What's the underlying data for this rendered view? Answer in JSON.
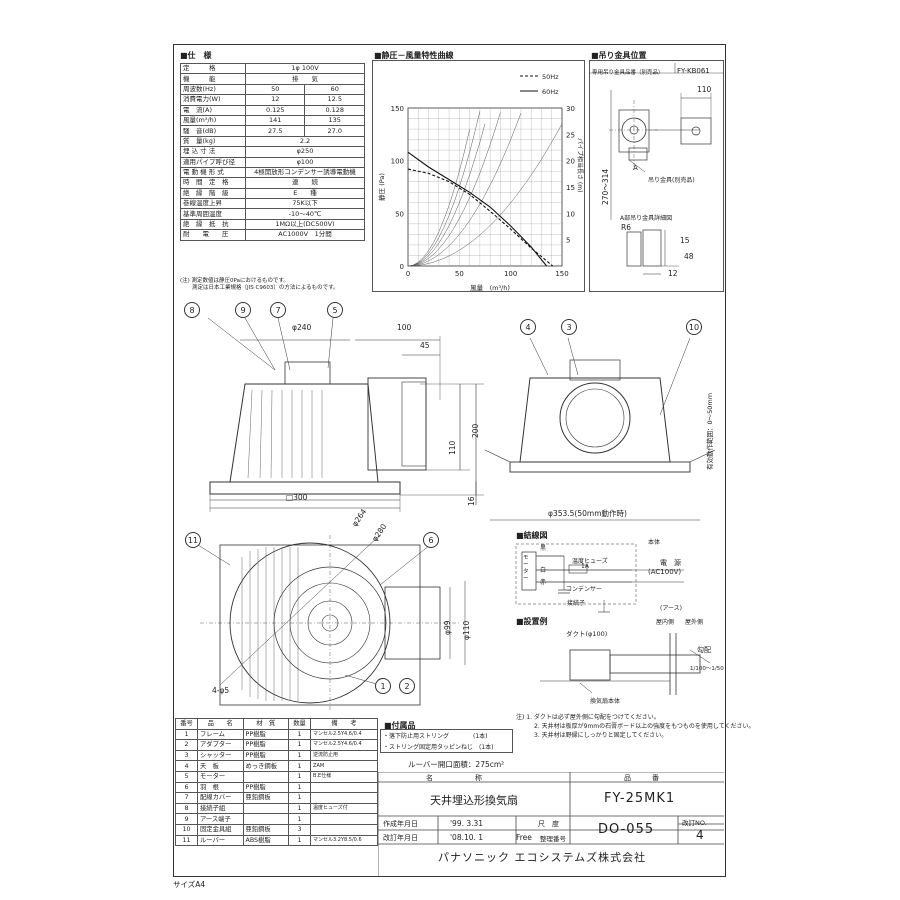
{
  "spec": {
    "title": "■仕　様",
    "rows": [
      {
        "label": "定　　　格",
        "v": "1φ 100V"
      },
      {
        "label": "機　　　能",
        "v": "排　　気"
      },
      {
        "label": "周波数(Hz)",
        "v1": "50",
        "v2": "60"
      },
      {
        "label": "消費電力(W)",
        "v1": "12",
        "v2": "12.5"
      },
      {
        "label": "電　流(A)",
        "v1": "0.125",
        "v2": "0.128"
      },
      {
        "label": "風量(m³/h)",
        "v1": "141",
        "v2": "135"
      },
      {
        "label": "騒　音(dB)",
        "v1": "27.5",
        "v2": "27.0"
      },
      {
        "label": "質　量(kg)",
        "v": "2.2"
      },
      {
        "label": "埋 込 寸 法",
        "v": "φ250"
      },
      {
        "label": "適用パイプ呼び径",
        "v": "φ100"
      },
      {
        "label": "電 動 機 形 式",
        "v": "4極開放形コンデンサー誘導電動機"
      },
      {
        "label": "時　間　定　格",
        "v": "連　　続"
      },
      {
        "label": "絶　縁　階　級",
        "v": "E　　種"
      },
      {
        "label": "巻線温度上昇",
        "v": "75K以下"
      },
      {
        "label": "基準周囲温度",
        "v": "-10～40℃"
      },
      {
        "label": "絶　縁　抵　抗",
        "v": "1MΩ以上(DC500V)"
      },
      {
        "label": "耐　　電　　圧",
        "v": "AC1000V　1分間"
      }
    ],
    "note1": "(注) 測定数値は静圧0Paにおけるものです。",
    "note2": "測定は日本工業規格（JIS C9603）の方法によるものです。"
  },
  "chart_data": {
    "type": "line",
    "title": "■静圧－風量特性曲線",
    "xlabel": "風量　(m³/h)",
    "ylabel": "静圧 (Pa)",
    "ylabel_right": "パイプ相当長さ (m)",
    "xlim": [
      0,
      150
    ],
    "ylim": [
      0,
      150
    ],
    "x_ticks": [
      "0",
      "50",
      "100",
      "150"
    ],
    "y_ticks": [
      "0",
      "50",
      "100",
      "150"
    ],
    "y2_ticks": [
      "5",
      "10",
      "15",
      "20",
      "25",
      "30"
    ],
    "legend": [
      {
        "name": "50Hz",
        "style": "dashed"
      },
      {
        "name": "60Hz",
        "style": "solid"
      }
    ],
    "series": [
      {
        "name": "50Hz",
        "x": [
          0,
          20,
          40,
          60,
          80,
          100,
          120,
          141
        ],
        "y": [
          92,
          88,
          80,
          68,
          52,
          35,
          17,
          0
        ]
      },
      {
        "name": "60Hz",
        "x": [
          0,
          20,
          40,
          60,
          80,
          100,
          120,
          135
        ],
        "y": [
          108,
          94,
          82,
          70,
          56,
          38,
          18,
          0
        ]
      }
    ]
  },
  "hanging": {
    "title": "■吊り金具位置",
    "box_label": "専用吊り金具品番（別売品）",
    "box_value": "FY-KB061",
    "dim_110": "110",
    "dim_270": "270～314",
    "label_a": "A",
    "label_hanger": "吊り金具(別売品)",
    "detail_title": "A部吊り金具詳細図",
    "dim_r6": "R6",
    "dim_15": "15",
    "dim_48": "48",
    "dim_12": "12"
  },
  "side_view": {
    "dim_240": "φ240",
    "dim_100": "100",
    "dim_45": "45",
    "dim_200": "200",
    "dim_110": "110",
    "dim_300": "□300",
    "dim_16": "16",
    "balloons": [
      "8",
      "9",
      "7",
      "5"
    ]
  },
  "front_view": {
    "balloons": [
      "4",
      "3",
      "10"
    ],
    "dim_353": "φ353.5(50mm動作時)",
    "dim_thickness": "有効動作範囲：0～50mm"
  },
  "bottom_view": {
    "balloons": [
      "11",
      "6",
      "1",
      "2"
    ],
    "dim_264": "φ264",
    "dim_280": "φ280",
    "dim_99": "φ99",
    "dim_110": "φ110",
    "dim_holes": "4-φ5"
  },
  "wiring": {
    "title": "■結線図",
    "label_black": "黒",
    "label_white": "白",
    "label_red": "赤",
    "label_motor": "モーター",
    "label_fuse": "温度ヒューズ",
    "label_1a": "1A",
    "label_capacitor": "コンデンサー",
    "label_terminal": "接続子",
    "label_body": "本体",
    "label_power": "電　源",
    "label_ac": "(AC100V)",
    "label_earth": "(アース)"
  },
  "install": {
    "title": "■設置例",
    "label_duct": "ダクト(φ100)",
    "label_outer_wall": "屋外側",
    "label_inner_wall": "屋内側",
    "label_slope": "勾配",
    "label_ratio": "1/100～1/50",
    "label_body": "換気扇本体"
  },
  "notes": [
    "注) 1. ダクトは必ず屋外側に勾配をつけてください。",
    "2. 天井材は板厚が9mmの石膏ボード以上の強度をもつものを使用してください。",
    "3. 天井材は野縁にしっかりと固定してください。"
  ],
  "accessories": {
    "title": "■付属品",
    "items": [
      "・落下防止用ストリング　　　　(1本)",
      "・ストリング固定用タッピンねじ　(1本)"
    ]
  },
  "parts_table": {
    "headers": [
      "番号",
      "品　　名",
      "材　質",
      "数量",
      "備　　考"
    ],
    "rows": [
      [
        "1",
        "フレーム",
        "PP樹脂",
        "1",
        "マンセル2.5Y4.6/0.4"
      ],
      [
        "2",
        "アダプター",
        "PP樹脂",
        "1",
        "マンセル2.5Y4.6/0.4"
      ],
      [
        "3",
        "シャッター",
        "PP樹脂",
        "1",
        "逆流防止用"
      ],
      [
        "4",
        "天　板",
        "めっき鋼板",
        "1",
        "ZAM"
      ],
      [
        "5",
        "モーター",
        "",
        "1",
        "B.E仕様"
      ],
      [
        "6",
        "羽　根",
        "PP樹脂",
        "1",
        ""
      ],
      [
        "7",
        "配線カバー",
        "亜鉛鋼板",
        "1",
        ""
      ],
      [
        "8",
        "接続子組",
        "",
        "1",
        "温度ヒューズ付"
      ],
      [
        "9",
        "アース端子",
        "",
        "1",
        ""
      ],
      [
        "10",
        "固定金具組",
        "亜鉛鋼板",
        "3",
        ""
      ],
      [
        "11",
        "ルーバー",
        "ABS樹脂",
        "1",
        "マンセル3.2Y8.5/0.6"
      ]
    ]
  },
  "title_block": {
    "louver_area": "ルーバー開口面積：275cm²",
    "name_label": "名　　　　　　称",
    "number_label": "品　　　番",
    "name": "天井埋込形換気扇",
    "number": "FY-25MK1",
    "created_label": "作成年月日",
    "created_date": "'99. 3.31",
    "revised_label": "改訂年月日",
    "revised_date": "'08.10. 1",
    "scale_label": "尺　度",
    "scale": "Free",
    "mgmt_label": "整理番号",
    "drawing_no": "DO-055",
    "rev_label": "改訂NO.",
    "rev": "4",
    "company": "パナソニック エコシステムズ株式会社"
  },
  "size_label": "サイズA4"
}
